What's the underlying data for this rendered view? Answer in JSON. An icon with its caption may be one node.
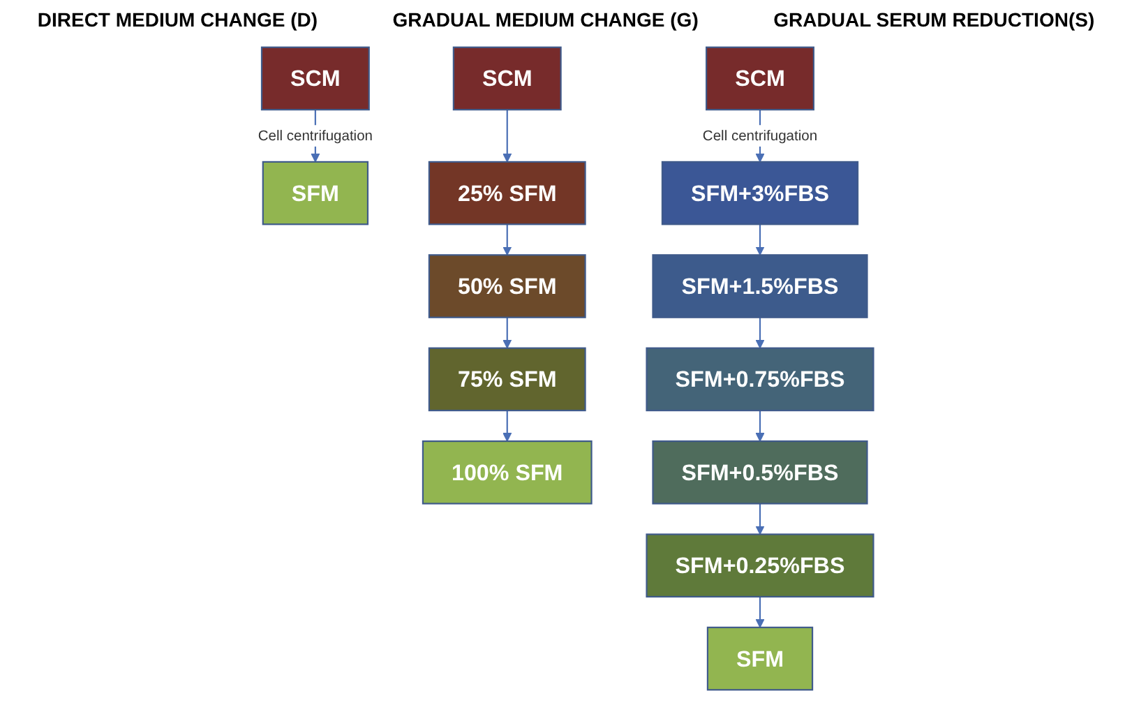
{
  "diagram": {
    "nodes": [
      {
        "text": [
          "SCM"
        ]
      },
      {
        "text": [
          "SFM"
        ]
      },
      {
        "text": [
          "SCM"
        ]
      },
      {
        "text": [
          "25% SFM"
        ]
      },
      {
        "text": [
          "50% SFM"
        ]
      },
      {
        "text": [
          "75% SFM"
        ]
      },
      {
        "text": [
          "100% SFM"
        ]
      },
      {
        "text": [
          "SCM"
        ]
      },
      {
        "text": [
          "SFM+3%FBS"
        ]
      },
      {
        "text": [
          "SFM+1.5%FBS"
        ]
      },
      {
        "text": [
          "SFM+0.75%FBS"
        ]
      },
      {
        "text": [
          "SFM+0.5%FBS"
        ]
      },
      {
        "text": [
          "SFM+0.25%FBS"
        ]
      },
      {
        "text": [
          "SFM"
        ]
      }
    ],
    "edges": [
      {
        "from": 0,
        "to": 1,
        "arrow": "to",
        "label": "Cell centrifugation"
      },
      {
        "from": 2,
        "to": 3,
        "arrow": "to"
      },
      {
        "from": 3,
        "to": 4,
        "arrow": "to"
      },
      {
        "from": 4,
        "to": 5,
        "arrow": "to"
      },
      {
        "from": 5,
        "to": 6,
        "arrow": "to"
      },
      {
        "from": 7,
        "to": 8,
        "arrow": "to",
        "label": "Cell centrifugation"
      },
      {
        "from": 8,
        "to": 9,
        "arrow": "to"
      },
      {
        "from": 9,
        "to": 10,
        "arrow": "to"
      },
      {
        "from": 10,
        "to": 11,
        "arrow": "to"
      },
      {
        "from": 11,
        "to": 12,
        "arrow": "to"
      },
      {
        "from": 12,
        "to": 13,
        "arrow": "to"
      }
    ],
    "labels": [
      "DIRECT MEDIUM CHANGE (D)",
      "GRADUAL MEDIUM CHANGE (G)",
      "GRADUAL SERUM REDUCTION(S)"
    ]
  }
}
